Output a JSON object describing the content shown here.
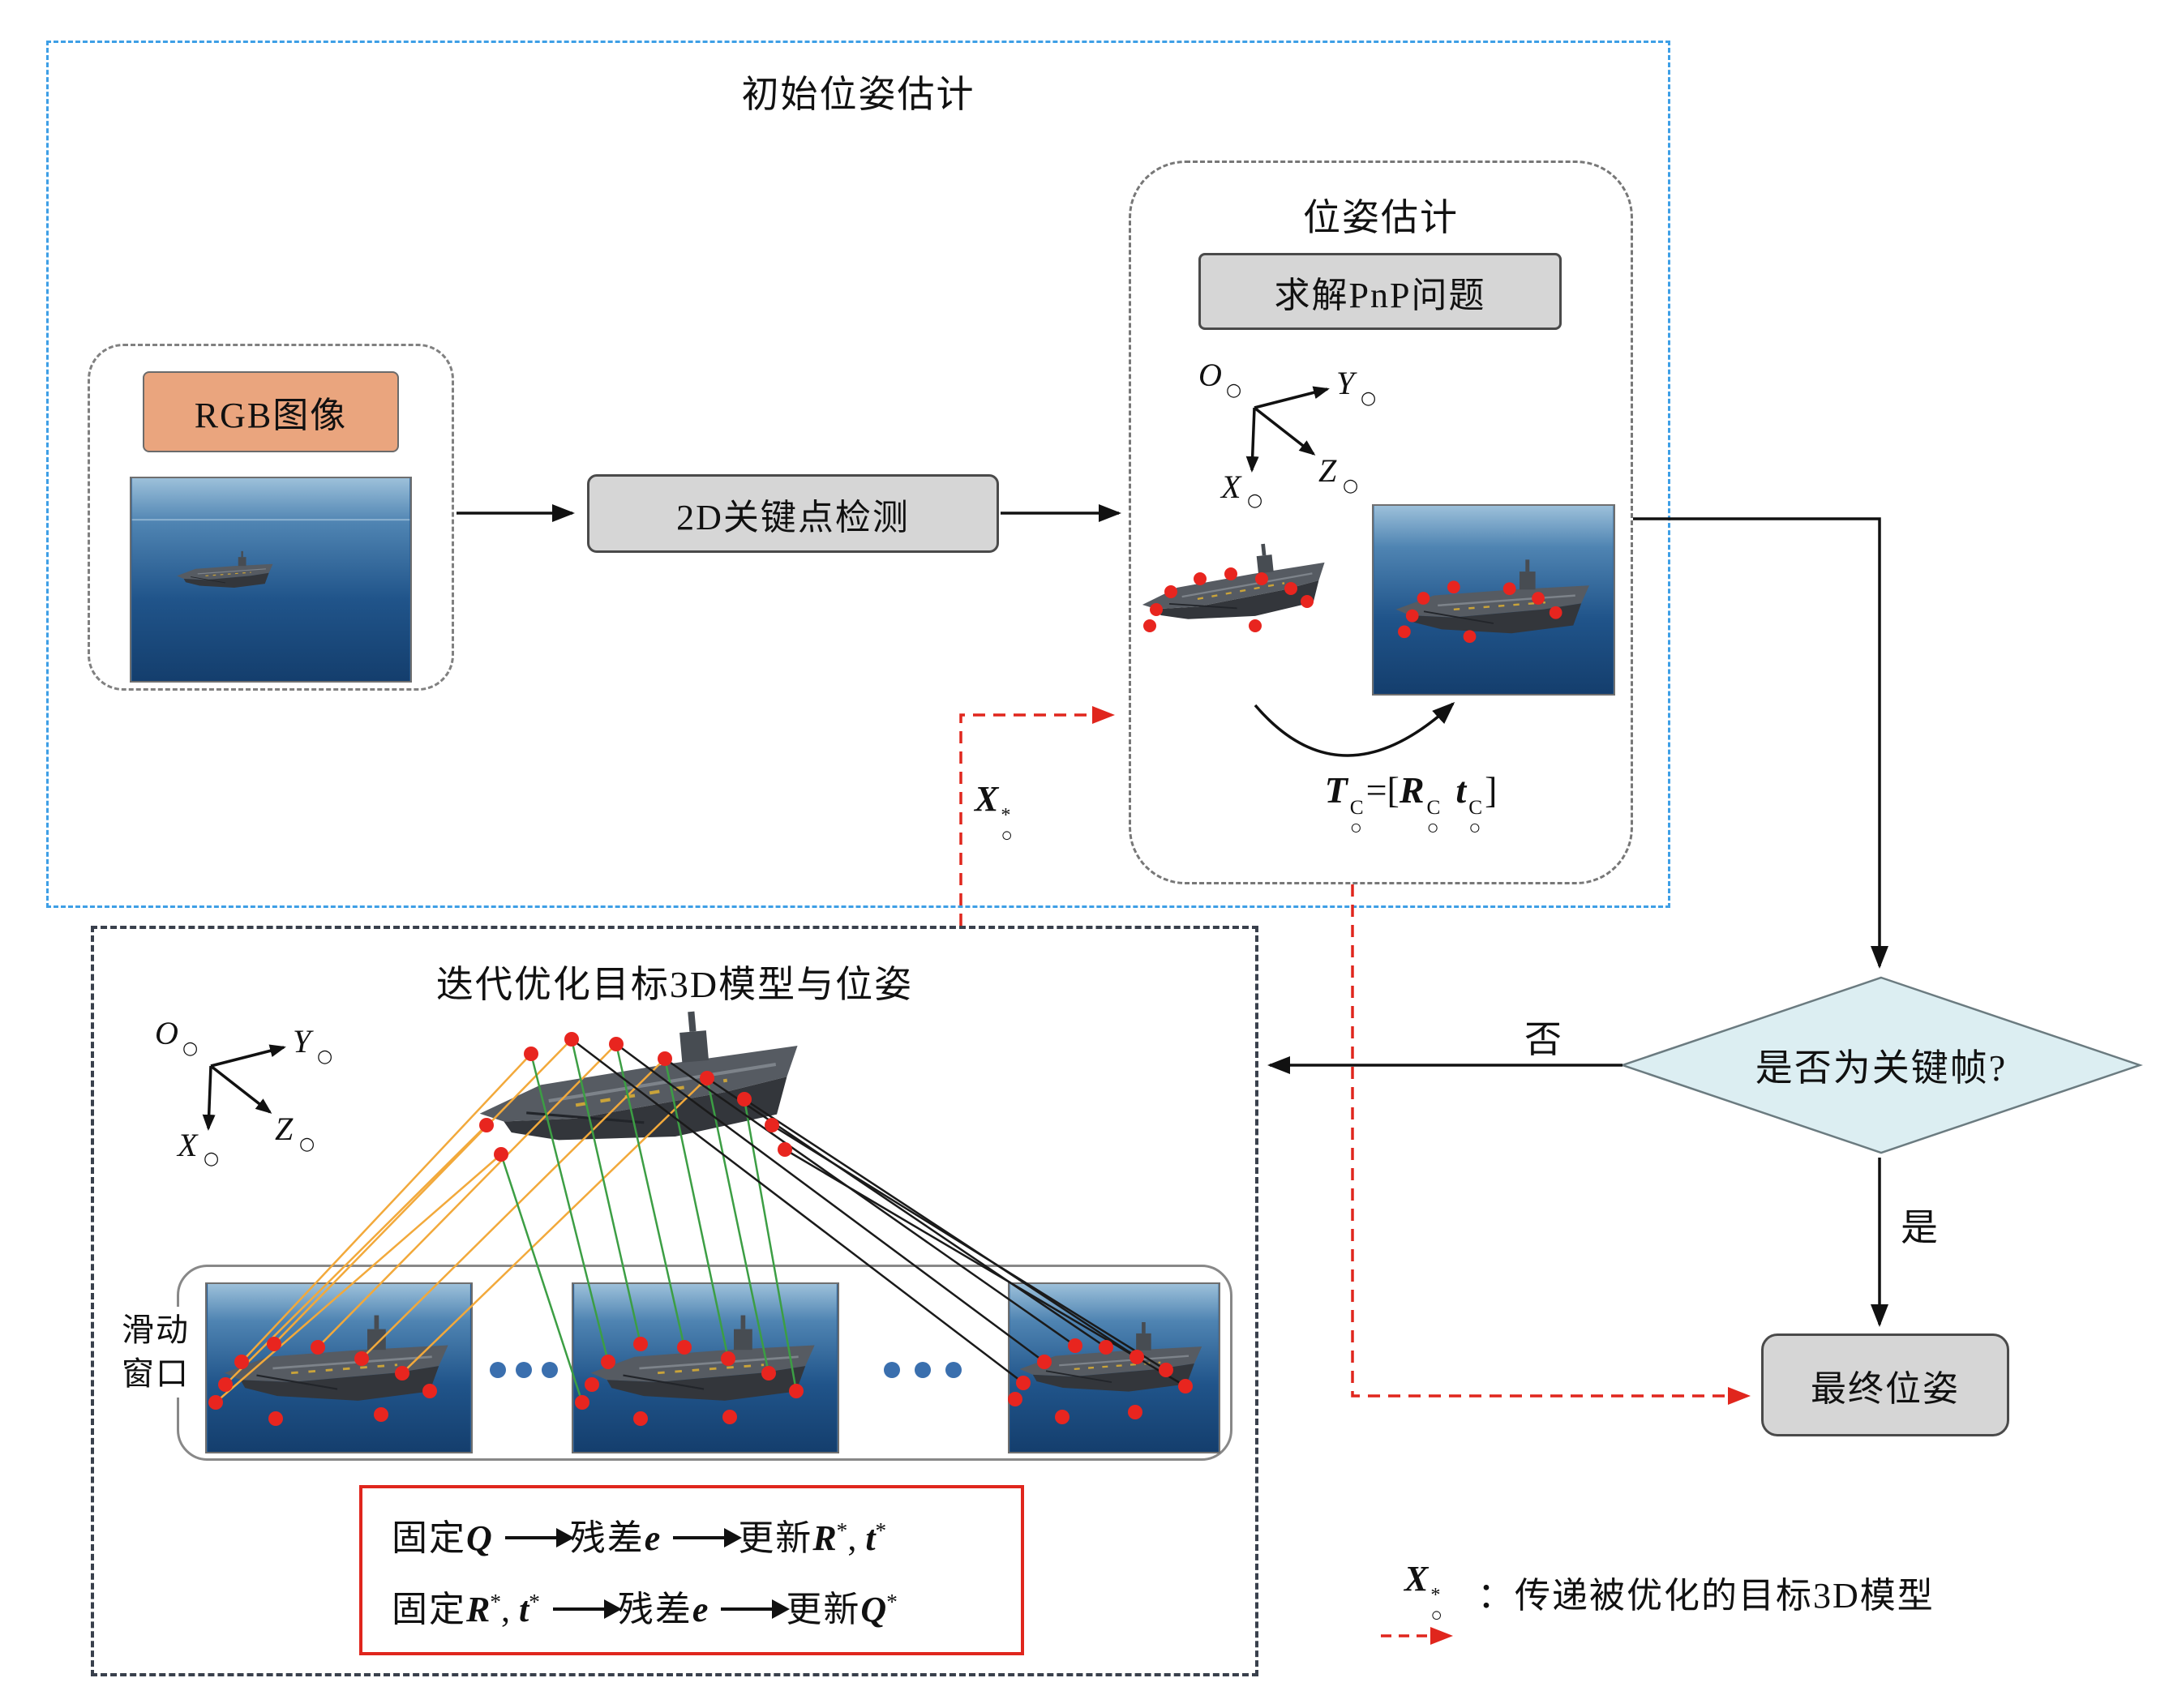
{
  "colors": {
    "outer_dashed": "#3e9fe6",
    "gray_fill": "#d6d6d6",
    "orange_fill": "#eaa57e",
    "diamond_fill": "#dceef2",
    "red": "#e0261d",
    "line_orange": "#f2a93b",
    "line_green": "#3c9e44",
    "line_black": "#1a1a1a",
    "ellipsis_dot_blue": "#3a6fae",
    "keypoint_red": "#e8251f"
  },
  "initial": {
    "title": "初始位姿估计",
    "rgb_label": "RGB图像",
    "detect_label": "2D关键点检测"
  },
  "pose": {
    "title": "位姿估计",
    "pnp_label": "求解PnP问题",
    "formula": {
      "T": "T",
      "sup": "C",
      "sub": "○",
      "eq": "=[",
      "R": "R",
      "t": "t",
      "close": "]"
    }
  },
  "axes": {
    "o": "O",
    "y": "Y",
    "x": "X",
    "z": "Z",
    "sub": "○"
  },
  "xstar": {
    "base": "X",
    "sup": "*",
    "sub": "○"
  },
  "optimize": {
    "title": "迭代优化目标3D模型与位姿",
    "window_line1": "滑动",
    "window_line2": "窗口",
    "eq1": {
      "fix": "固定",
      "q": "Q",
      "res": "残差",
      "e": "e",
      "upd": "更新",
      "r": "R",
      "star1": "*",
      "comma": ", ",
      "t": "t",
      "star2": "*"
    },
    "eq2": {
      "fix": "固定",
      "r": "R",
      "star1": "*",
      "comma": ", ",
      "t": "t",
      "star2": "*",
      "res": "残差",
      "e": "e",
      "upd": "更新",
      "q": "Q",
      "star3": "*"
    }
  },
  "decision": {
    "label": "是否为关键帧?",
    "no": "否",
    "yes": "是"
  },
  "final": {
    "label": "最终位姿"
  },
  "legend": {
    "colon": "：",
    "desc": "传递被优化的目标3D模型"
  }
}
